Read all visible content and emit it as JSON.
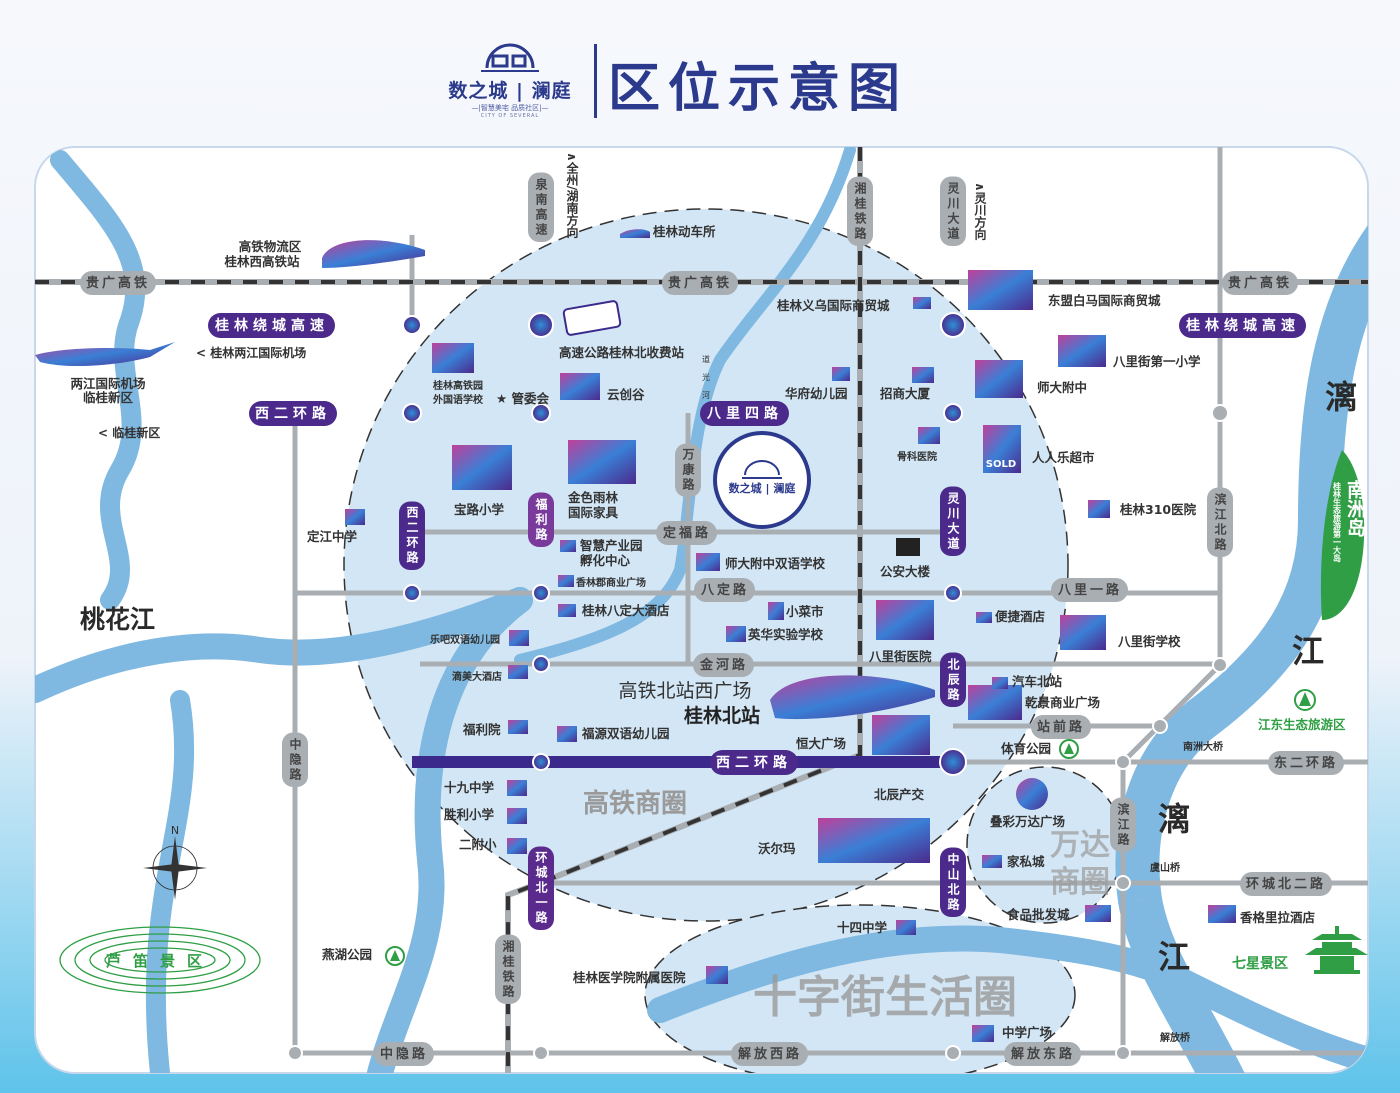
{
  "header": {
    "logo_name": "数之城",
    "logo_sub": "澜庭",
    "logo_tagline": "—|智慧美宅 品质社区|—",
    "logo_en": "CITY OF SEVERAL",
    "title": "区位示意图"
  },
  "colors": {
    "river": "#7fb8e0",
    "circle": "#d3e6f5",
    "road_gray": "#a9aeb3",
    "accent_purple": "#4b2a8c",
    "accent_blue": "#2e8fd6",
    "accent_red": "#c4234e",
    "green": "#2f9e44"
  },
  "roads": {
    "guiguang_left": "贵广高铁",
    "guiguang_mid": "贵广高铁",
    "guiguang_right": "贵广高铁",
    "raocheng_left": "桂林绕城高速",
    "raocheng_right": "桂林绕城高速",
    "xierhuan_top": "西二环路",
    "balisi": "八里四路",
    "dingfu": "定福路",
    "bading": "八定路",
    "baliyi": "八里一路",
    "jinhe": "金河路",
    "zhanqian": "站前路",
    "xierhuan_bottom": "西二环路",
    "dongerhuan": "东二环路",
    "huanchengbeier": "环城北二路",
    "zhongyin_bottom": "中隐路",
    "jiefangxi": "解放西路",
    "jiefangdong": "解放东路",
    "quannan": "泉南高速",
    "xiangui_top": "湘桂铁路",
    "lingchuan_top": "灵川大道",
    "xierhuan_v": "西二环路",
    "fuli": "福利路",
    "wankang": "万康路",
    "lingchuan_mid": "灵川大道",
    "beichen": "北辰路",
    "zhongshan": "中山北路",
    "binjiangbei": "滨江北路",
    "binjiang": "滨江路",
    "zhongyin_v": "中隐路",
    "huanchengbeiyi": "环城北一路",
    "xiangui_bottom": "湘桂铁路"
  },
  "directions": {
    "quanzhou": "∧全州/湖南方向",
    "lingchuan": "∧灵川方向",
    "airport": "< 桂林两江国际机场",
    "lingui": "< 临桂新区"
  },
  "pois": {
    "logistics_1": "高铁物流区",
    "logistics_2": "桂林西高铁站",
    "dongche": "桂林动车所",
    "yiwu": "桂林义乌国际商贸城",
    "dongmeng": "东盟白马国际商贸城",
    "toll": "高速公路桂林北收费站",
    "waiguoyu_1": "桂林高铁园",
    "waiguoyu_2": "外国语学校",
    "guanweihui": "★ 管委会",
    "yunchuang": "云创谷",
    "huafu": "华府幼儿园",
    "zhaoshang": "招商大厦",
    "balijie1": "八里街第一小学",
    "shida": "师大附中",
    "guke": "骨科医院",
    "renrenle": "人人乐超市",
    "sold": "SOLD",
    "baolu": "宝路小学",
    "yulin_1": "金色雨林",
    "yulin_2": "国际家具",
    "zhihui_1": "智慧产业园",
    "zhihui_2": "孵化中心",
    "xianglin": "香林郡商业广场",
    "shidashuangyu": "师大附中双语学校",
    "gongan": "公安大楼",
    "h310": "桂林310医院",
    "dingjiang": "定江中学",
    "bading_hotel": "桂林八定大酒店",
    "xiaocai": "小菜市",
    "yinghua": "英华实验学校",
    "bianjie": "便捷酒店",
    "balijie_school": "八里街学校",
    "leba": "乐吧双语幼儿园",
    "balijie_hosp": "八里街医院",
    "dimei": "滴美大酒店",
    "north_square": "高铁北站西广场",
    "north_station": "桂林北站",
    "bus_north": "汽车北站",
    "qianjing": "乾景商业广场",
    "fuliyuan": "福利院",
    "fuyuan": "福源双语幼儿园",
    "hengda": "恒大广场",
    "sports_park": "体育公园",
    "s19": "十九中学",
    "shengli": "胜利小学",
    "erfu": "二附小",
    "beichen_ex": "北辰产交",
    "wanda": "叠彩万达广场",
    "walmart": "沃尔玛",
    "jiasi": "家私城",
    "food": "食品批发城",
    "s14": "十四中学",
    "yanhu": "燕湖公园",
    "medical": "桂林医学院附属医院",
    "zhongxue": "中学广场",
    "shangrila": "香格里拉酒店",
    "airport_1": "两江国际机场",
    "airport_2": "临桂新区",
    "project": "数之城 | 澜庭"
  },
  "water": {
    "taohua": "桃花江",
    "li_1": "漓",
    "jiang_1": "江",
    "li_2": "漓",
    "jiang_2": "江",
    "nanzhou": "南洲岛",
    "nanzhou_sub": "桂林生态旅游第一大岛",
    "daoguang": "道光河"
  },
  "zones": {
    "gaotie": "高铁商圈",
    "wanda_1": "万达",
    "wanda_2": "商圈",
    "shizijie": "十字街生活圈"
  },
  "scenic": {
    "jiangdong": "江东生态旅游区",
    "qixing": "七星景区",
    "ludi": "芦笛景区"
  },
  "bridges": {
    "nanzhou": "南洲大桥",
    "yushan": "虞山桥",
    "jiefang": "解放桥"
  },
  "compass": {
    "north": "N"
  }
}
